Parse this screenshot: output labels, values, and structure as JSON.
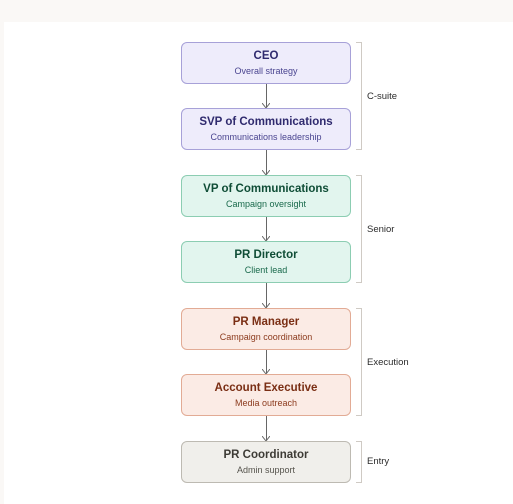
{
  "nodes": [
    {
      "title": "CEO",
      "subtitle": "Overall strategy",
      "tier": "csuite"
    },
    {
      "title": "SVP of Communications",
      "subtitle": "Communications leadership",
      "tier": "csuite"
    },
    {
      "title": "VP of Communications",
      "subtitle": "Campaign oversight",
      "tier": "senior"
    },
    {
      "title": "PR Director",
      "subtitle": "Client lead",
      "tier": "senior"
    },
    {
      "title": "PR Manager",
      "subtitle": "Campaign coordination",
      "tier": "execution"
    },
    {
      "title": "Account Executive",
      "subtitle": "Media outreach",
      "tier": "execution"
    },
    {
      "title": "PR Coordinator",
      "subtitle": "Admin support",
      "tier": "entry"
    }
  ],
  "tiers": [
    {
      "label": "C-suite"
    },
    {
      "label": "Senior"
    },
    {
      "label": "Execution"
    },
    {
      "label": "Entry"
    }
  ],
  "colors": {
    "csuite": "#eeecfb",
    "senior": "#e2f5ee",
    "execution": "#fbebe5",
    "entry": "#f0efeb",
    "arrow": "#666666",
    "bracket": "#cfcac4"
  }
}
